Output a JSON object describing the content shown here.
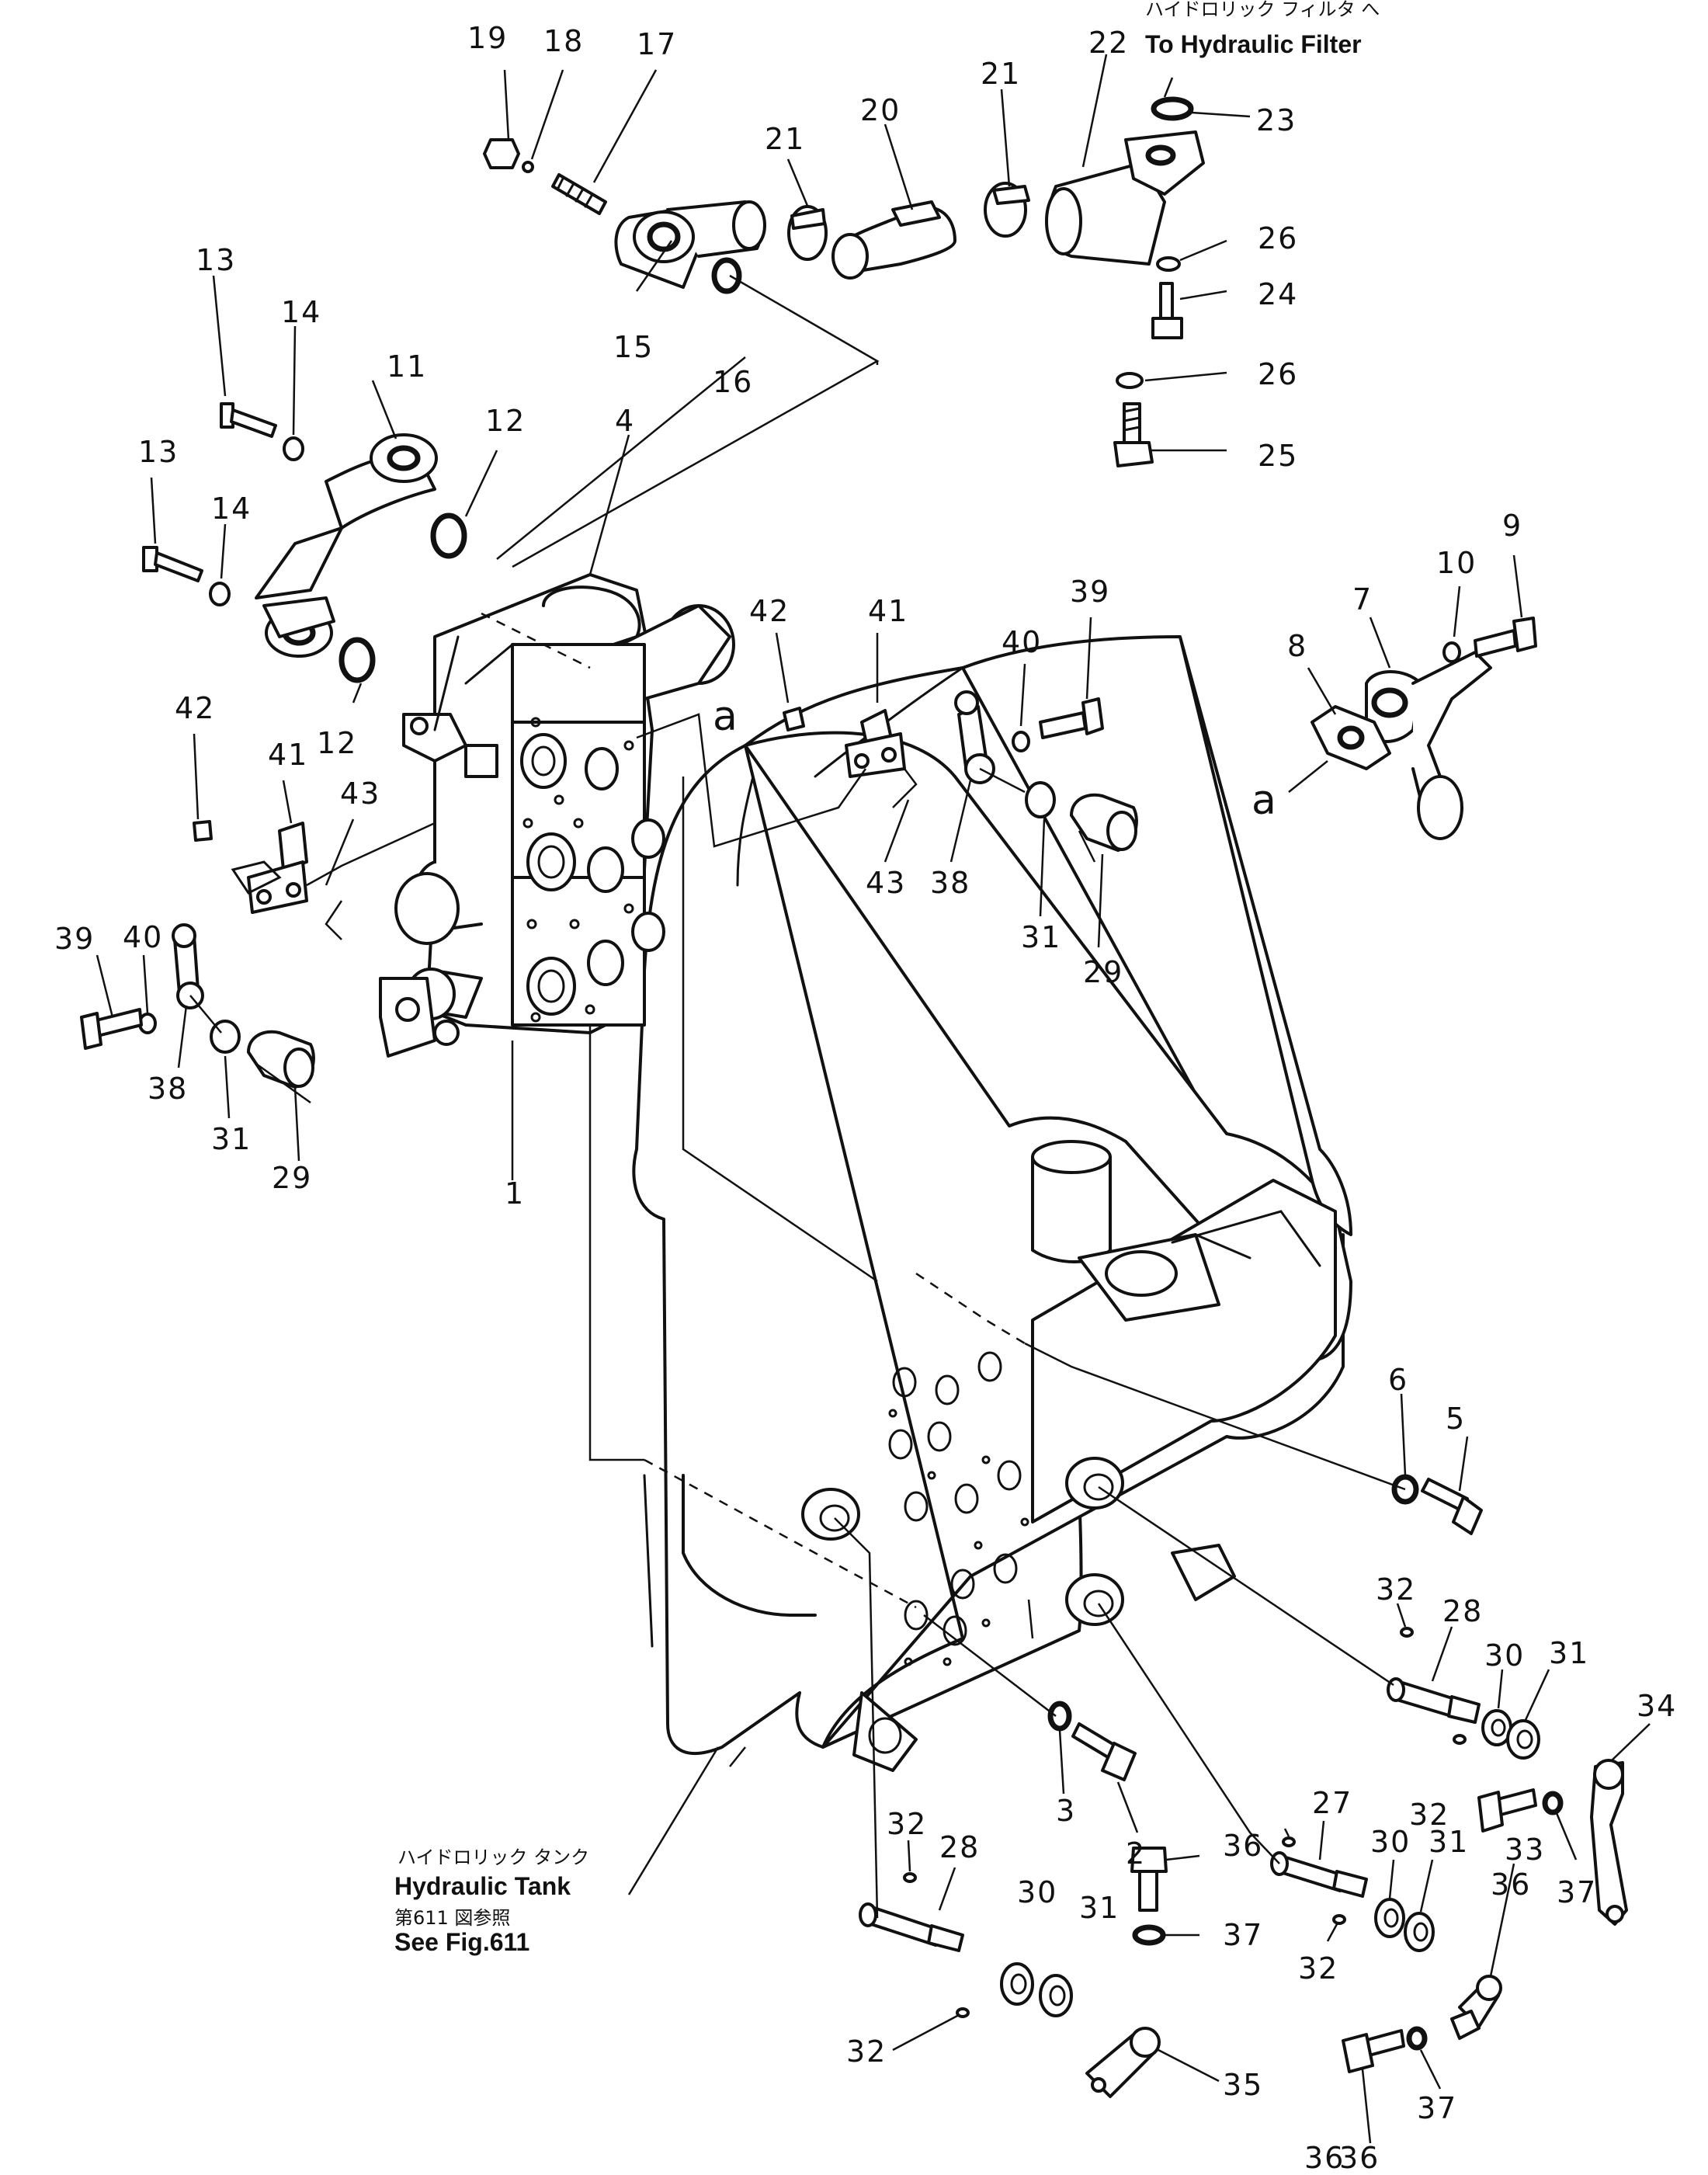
{
  "notes": {
    "filter_jp": "ハイドロリック フィルタ へ",
    "filter_en": "To Hydraulic Filter",
    "tank_jp": "ハイドロリック タンク",
    "tank_en": "Hydraulic Tank",
    "fig_jp": "第611 図参照",
    "fig_en": "See  Fig.611"
  },
  "ref_marks": [
    "a",
    "a"
  ],
  "callouts": [
    "19",
    "18",
    "17",
    "21",
    "20",
    "21",
    "22",
    "23",
    "26",
    "24",
    "26",
    "25",
    "13",
    "14",
    "11",
    "12",
    "4",
    "15",
    "16",
    "13",
    "14",
    "12",
    "42",
    "41",
    "40",
    "39",
    "9",
    "10",
    "7",
    "8",
    "42",
    "41",
    "43",
    "43",
    "38",
    "31",
    "29",
    "40",
    "39",
    "38",
    "31",
    "29",
    "1",
    "6",
    "5",
    "32",
    "28",
    "30",
    "31",
    "34",
    "3",
    "2",
    "32",
    "32",
    "28",
    "27",
    "30",
    "31",
    "36",
    "37",
    "33",
    "36",
    "37",
    "35",
    "32",
    "32",
    "36",
    "37",
    "36",
    "30",
    "31"
  ]
}
